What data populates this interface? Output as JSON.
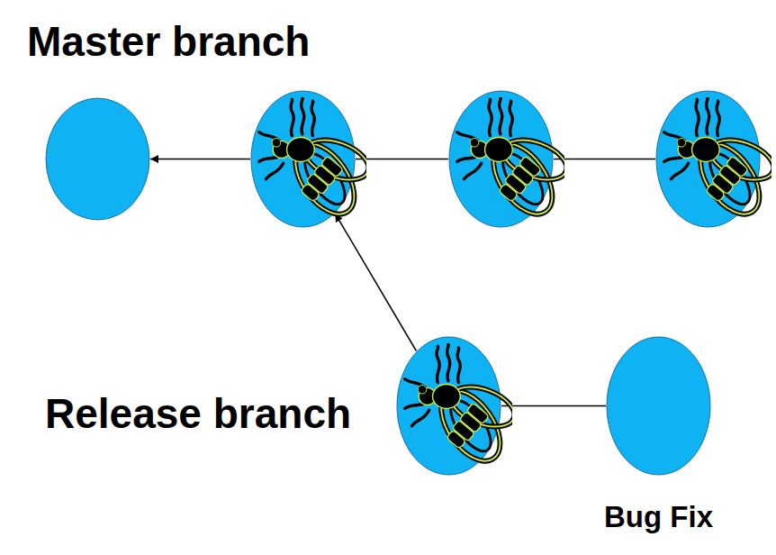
{
  "diagram": {
    "nodes": [
      {
        "text": []
      },
      {
        "text": []
      },
      {
        "text": []
      },
      {
        "text": []
      },
      {
        "text": []
      },
      {
        "text": [
          "Bug Fix"
        ]
      }
    ],
    "edges": [
      {
        "from": 1,
        "to": 0,
        "arrow": "to"
      },
      {
        "from": 1,
        "to": 2,
        "arrow": "none"
      },
      {
        "from": 2,
        "to": 3,
        "arrow": "none"
      },
      {
        "from": 4,
        "to": 1,
        "arrow": "to"
      },
      {
        "from": 4,
        "to": 5,
        "arrow": "none"
      }
    ],
    "labels": [
      "Master branch",
      "Release branch"
    ]
  }
}
